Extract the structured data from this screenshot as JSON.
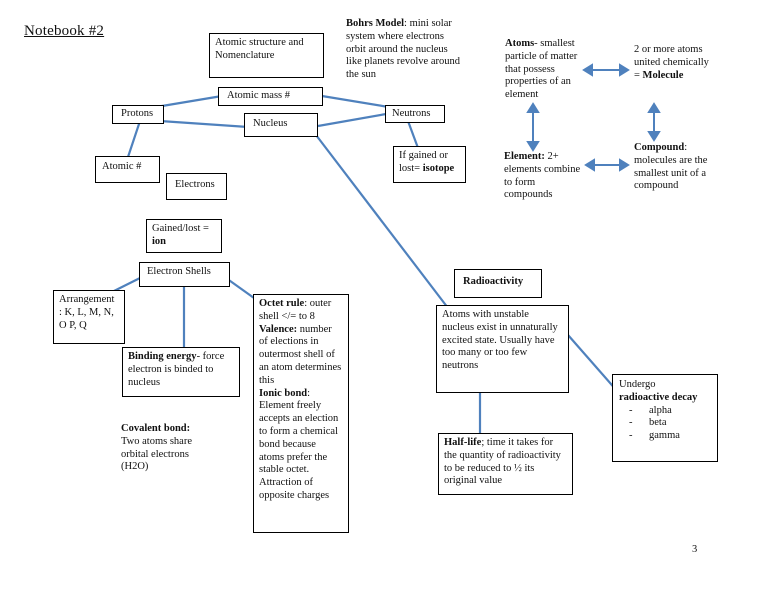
{
  "title": "Notebook #2",
  "page_number": "3",
  "colors": {
    "connector": "#4f81bd",
    "border": "#000000"
  },
  "nodes": {
    "atomic_structure": "Atomic structure and Nomenclature",
    "atomic_mass": "Atomic mass #",
    "protons": "Protons",
    "nucleus": "Nucleus",
    "neutrons": "Neutrons",
    "atomic_number": "Atomic #",
    "isotope_text": "If gained or lost= ",
    "isotope_bold": "isotope",
    "electrons": "Electrons",
    "gained_lost_text": "Gained/lost = ",
    "gained_lost_bold": "ion",
    "electron_shells": "Electron Shells",
    "arrangement": "Arrangement : K, L, M, N, O P, Q",
    "binding_bold": "Binding energy",
    "binding_text": "- force electron is binded to nucleus",
    "octet_bold": "Octet rule",
    "octet_text": ": outer shell </= to 8",
    "valence_bold": "Valence:",
    "valence_text": " number of elections in outermost shell of an atom determines this",
    "ionic_bold": "Ionic bond",
    "ionic_text": ": Element freely accepts an election to form a chemical bond because atoms prefer the stable octet. Attraction of opposite charges",
    "covalent_bold": "Covalent bond:",
    "covalent_text": "Two atoms share orbital electrons (H2O)",
    "radioactivity": "Radioactivity",
    "unstable": "Atoms with unstable nucleus exist in unnaturally excited state. Usually have too many or too few neutrons",
    "half_life_bold": "Half-life",
    "half_life_text": "; time it takes for the quantity of radioactivity to be reduced to ½ its original value",
    "undergo_text": "Undergo",
    "decay_bold": "radioactive decay",
    "decay_items": [
      "alpha",
      "beta",
      "gamma"
    ],
    "bohr_bold": "Bohrs Model",
    "bohr_text": ": mini solar system where electrons orbit around the nucleus like planets revolve around the sun",
    "atoms_bold": "Atoms",
    "atoms_text": "- smallest particle of matter that possess properties of an element",
    "molecule_text": "2 or more atoms united chemically = ",
    "molecule_bold": "Molecule",
    "element_bold": "Element:",
    "element_text": " 2+ elements combine to form compounds",
    "compound_bold": "Compound",
    "compound_text": ": molecules are the smallest unit of a compound"
  }
}
